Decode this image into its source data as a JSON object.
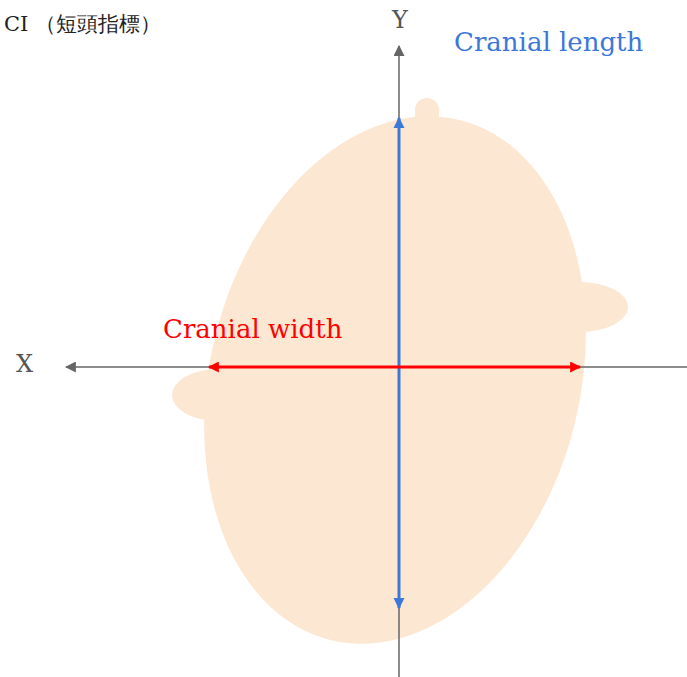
{
  "diagram": {
    "title": "CI （短頭指標）",
    "labels": [
      "Y",
      "X",
      "Cranial length",
      "Cranial width"
    ]
  }
}
